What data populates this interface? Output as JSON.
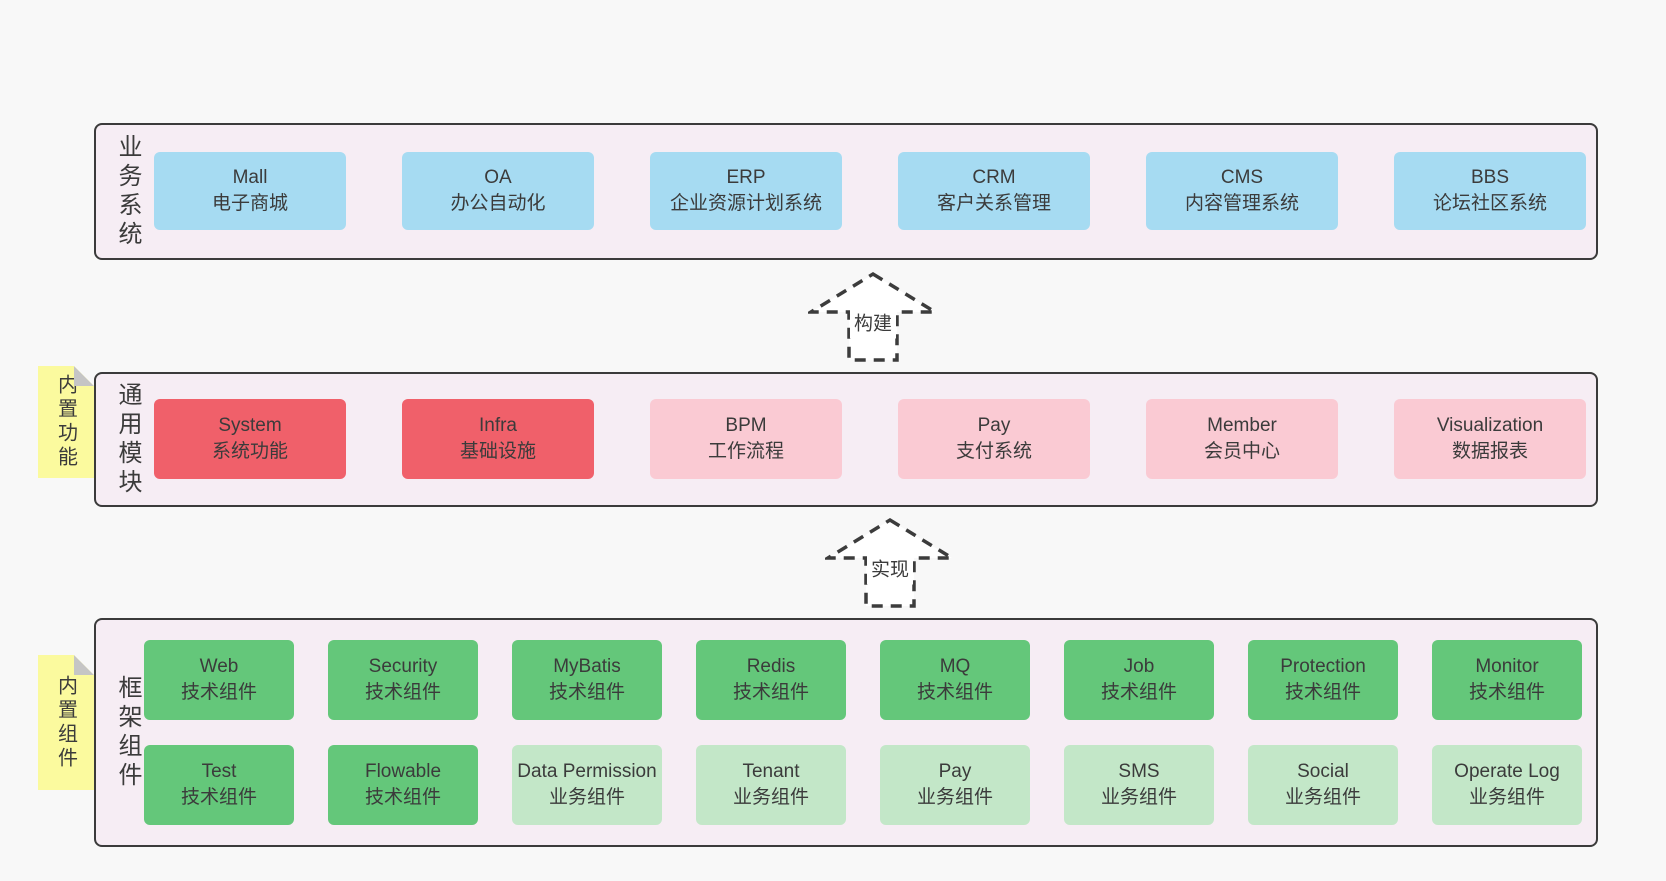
{
  "colors": {
    "page_bg": "#f8f8f8",
    "panel_bg": "#f6edf4",
    "panel_border": "#3b3b3b",
    "blue_box": "#a6dbf2",
    "red_box": "#f0606a",
    "pink_box": "#facad3",
    "green_box": "#64c77a",
    "light_green_box": "#c3e7c8",
    "sticky_yellow": "#fbfa9e",
    "fold_gray": "#c5c5c5",
    "text": "#3b3b3b"
  },
  "arrows": {
    "build": "构建",
    "implement": "实现"
  },
  "layers": {
    "business": {
      "label": "业务系统",
      "boxes": [
        {
          "title": "Mall",
          "subtitle": "电子商城"
        },
        {
          "title": "OA",
          "subtitle": "办公自动化"
        },
        {
          "title": "ERP",
          "subtitle": "企业资源计划系统"
        },
        {
          "title": "CRM",
          "subtitle": "客户关系管理"
        },
        {
          "title": "CMS",
          "subtitle": "内容管理系统"
        },
        {
          "title": "BBS",
          "subtitle": "论坛社区系统"
        }
      ]
    },
    "modules": {
      "label": "通用模块",
      "tab": "内置功能",
      "boxes": [
        {
          "title": "System",
          "subtitle": "系统功能",
          "variant": "red"
        },
        {
          "title": "Infra",
          "subtitle": "基础设施",
          "variant": "red"
        },
        {
          "title": "BPM",
          "subtitle": "工作流程",
          "variant": "pink"
        },
        {
          "title": "Pay",
          "subtitle": "支付系统",
          "variant": "pink"
        },
        {
          "title": "Member",
          "subtitle": "会员中心",
          "variant": "pink"
        },
        {
          "title": "Visualization",
          "subtitle": "数据报表",
          "variant": "pink"
        }
      ]
    },
    "components": {
      "label": "框架组件",
      "tab": "内置组件",
      "row1": [
        {
          "title": "Web",
          "subtitle": "技术组件",
          "variant": "green"
        },
        {
          "title": "Security",
          "subtitle": "技术组件",
          "variant": "green"
        },
        {
          "title": "MyBatis",
          "subtitle": "技术组件",
          "variant": "green"
        },
        {
          "title": "Redis",
          "subtitle": "技术组件",
          "variant": "green"
        },
        {
          "title": "MQ",
          "subtitle": "技术组件",
          "variant": "green"
        },
        {
          "title": "Job",
          "subtitle": "技术组件",
          "variant": "green"
        },
        {
          "title": "Protection",
          "subtitle": "技术组件",
          "variant": "green"
        },
        {
          "title": "Monitor",
          "subtitle": "技术组件",
          "variant": "green"
        }
      ],
      "row2": [
        {
          "title": "Test",
          "subtitle": "技术组件",
          "variant": "green"
        },
        {
          "title": "Flowable",
          "subtitle": "技术组件",
          "variant": "green"
        },
        {
          "title": "Data Permission",
          "subtitle": "业务组件",
          "variant": "light"
        },
        {
          "title": "Tenant",
          "subtitle": "业务组件",
          "variant": "light"
        },
        {
          "title": "Pay",
          "subtitle": "业务组件",
          "variant": "light"
        },
        {
          "title": "SMS",
          "subtitle": "业务组件",
          "variant": "light"
        },
        {
          "title": "Social",
          "subtitle": "业务组件",
          "variant": "light"
        },
        {
          "title": "Operate Log",
          "subtitle": "业务组件",
          "variant": "light"
        }
      ]
    }
  }
}
